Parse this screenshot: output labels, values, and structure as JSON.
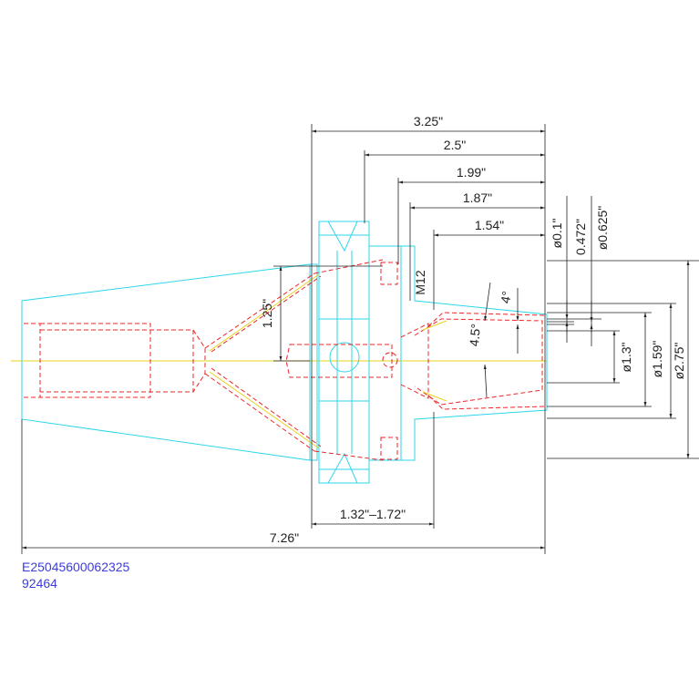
{
  "drawing": {
    "dimensions": {
      "overall_flange": "3.25\"",
      "dim_2_5": "2.5\"",
      "dim_1_99": "1.99\"",
      "dim_1_87": "1.87\"",
      "dim_1_54": "1.54\"",
      "dim_1_25": "1.25\"",
      "thread": "M12",
      "angle_4": "4°",
      "angle_4_5": "4.5°",
      "dia_0_1": "ø0.1\"",
      "dim_0_472": "0.472\"",
      "dia_0_625": "ø0.625\"",
      "dia_1_3": "ø1.3\"",
      "dia_1_59": "ø1.59\"",
      "dia_2_75": "ø2.75\"",
      "gage_range": "1.32\"–1.72\"",
      "overall_length": "7.26\""
    },
    "part_number": "E25045600062325",
    "item_number": "92464",
    "colors": {
      "dimension": "#222222",
      "outline": "#2fd6ea",
      "hidden": "#e8262a",
      "centerline": "#e8d21a",
      "reference_text": "#3d3dd8"
    }
  }
}
